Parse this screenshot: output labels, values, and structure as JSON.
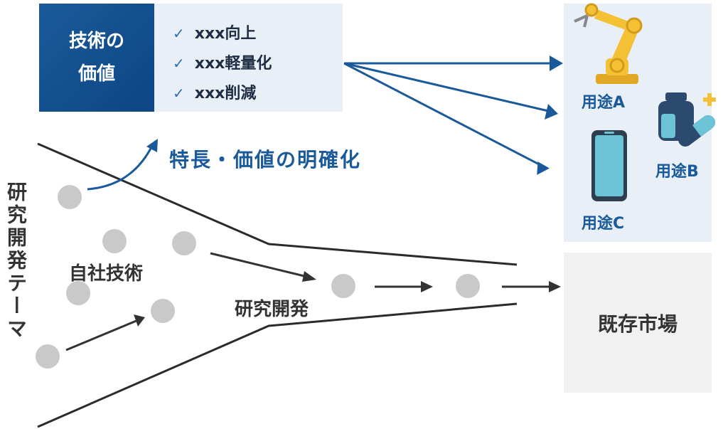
{
  "value_box": {
    "line1": "技術の",
    "line2": "価値"
  },
  "value_items": [
    "xxx向上",
    "xxx軽量化",
    "xxx削減"
  ],
  "clarify_label": "特長・価値の明確化",
  "theme_label": "研究開発テーマ",
  "own_tech_label": "自社技術",
  "rnd_label": "研究開発",
  "uses": {
    "a": "用途A",
    "b": "用途B",
    "c": "用途C"
  },
  "market_label": "既存市場",
  "colors": {
    "brand_blue": "#1a5a9a",
    "dot_gray": "#c9c9c9",
    "panel_bg": "#e9eff6",
    "robot_yellow": "#f4c034",
    "phone_teal": "#6cc3d5"
  }
}
